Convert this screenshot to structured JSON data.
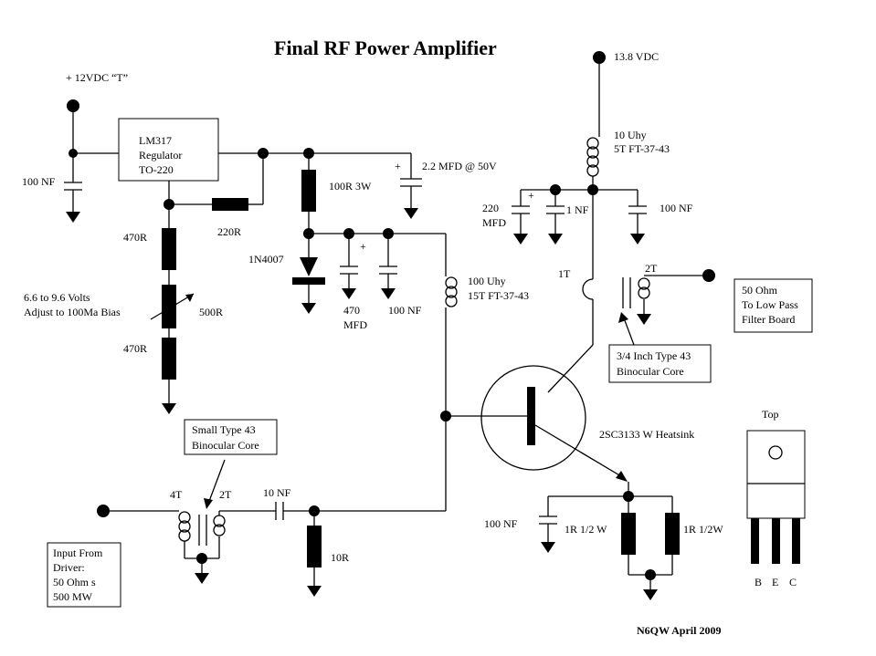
{
  "title": "Final RF Power Amplifier",
  "credit": "N6QW April 2009",
  "labels": {
    "supply_12v": "+ 12VDC “T”",
    "supply_13v8": "13.8 VDC",
    "reg_line1": "LM317",
    "reg_line2": "Regulator",
    "reg_line3": "TO-220",
    "c_100nf_left": "100 NF",
    "r_220": "220R",
    "r_470_top": "470R",
    "r_470_bottom": "470R",
    "pot_500": "500R",
    "bias_line1": "6.6 to 9.6 Volts",
    "bias_line2": "Adjust to 100Ma Bias",
    "r_100_3w": "100R 3W",
    "c_2u2": "2.2 MFD @ 50V",
    "diode": "1N4007",
    "c_470_a": "470",
    "c_470_b": "MFD",
    "c_100nf_mid": "100 NF",
    "choke_100_a": "100 Uhy",
    "choke_100_b": "15T FT-37-43",
    "choke_10_a": "10 Uhy",
    "choke_10_b": "5T FT-37-43",
    "c_220_a": "220",
    "c_220_b": "MFD",
    "c_1nf": "1 NF",
    "c_100nf_right": "100 NF",
    "out_1t": "1T",
    "out_2t": "2T",
    "out_line1": "50 Ohm",
    "out_line2": "To Low Pass",
    "out_line3": "Filter Board",
    "core34_line1": "3/4 Inch Type 43",
    "core34_line2": "Binocular Core",
    "transistor": "2SC3133 W Heatsink",
    "small_core_line1": "Small Type 43",
    "small_core_line2": "Binocular Core",
    "in_4t": "4T",
    "in_2t": "2T",
    "c_10nf": "10 NF",
    "r_10": "10R",
    "c_100nf_emitter": "100 NF",
    "r_1_a": "1R 1/2 W",
    "r_1_b": "1R 1/2W",
    "input_line1": "Input From",
    "input_line2": "Driver:",
    "input_line3": "50 Ohm s",
    "input_line4": "500 MW",
    "pkg_top": "Top",
    "pin_b": "B",
    "pin_e": "E",
    "pin_c": "C"
  }
}
